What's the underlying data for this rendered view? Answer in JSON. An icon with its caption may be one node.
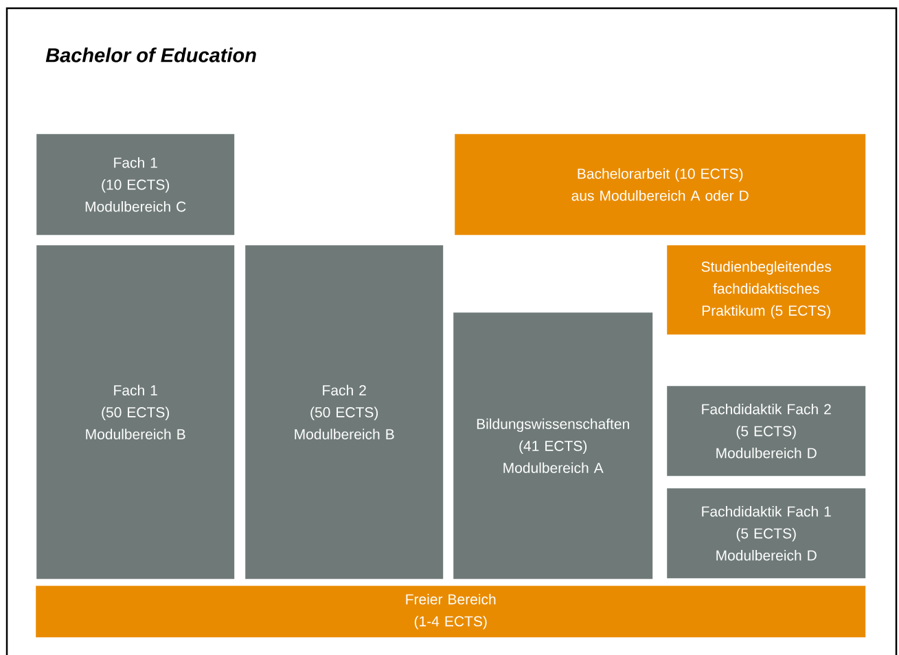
{
  "diagram": {
    "title": "Bachelor of Education",
    "nodes": [
      {
        "text": [
          "Fach 1",
          "(10 ECTS)",
          "Modulbereich C"
        ]
      },
      {
        "text": [
          "Bachelorarbeit (10 ECTS)",
          "aus Modulbereich A oder D"
        ]
      },
      {
        "text": [
          "Fach 1",
          "(50 ECTS)",
          "Modulbereich B"
        ]
      },
      {
        "text": [
          "Fach 2",
          "(50 ECTS)",
          "Modulbereich B"
        ]
      },
      {
        "text": [
          "Studienbegleitendes fachdidaktisches Praktikum (5 ECTS)"
        ]
      },
      {
        "text": [
          "Bildungswissenschaften",
          "(41 ECTS)",
          "Modulbereich A"
        ]
      },
      {
        "text": [
          "Fachdidaktik Fach 2",
          "(5 ECTS)",
          "Modulbereich D"
        ]
      },
      {
        "text": [
          "Fachdidaktik Fach 1",
          "(5 ECTS)",
          "Modulbereich D"
        ]
      },
      {
        "text": [
          "Freier Bereich",
          "(1-4 ECTS)"
        ]
      }
    ],
    "edges": []
  }
}
